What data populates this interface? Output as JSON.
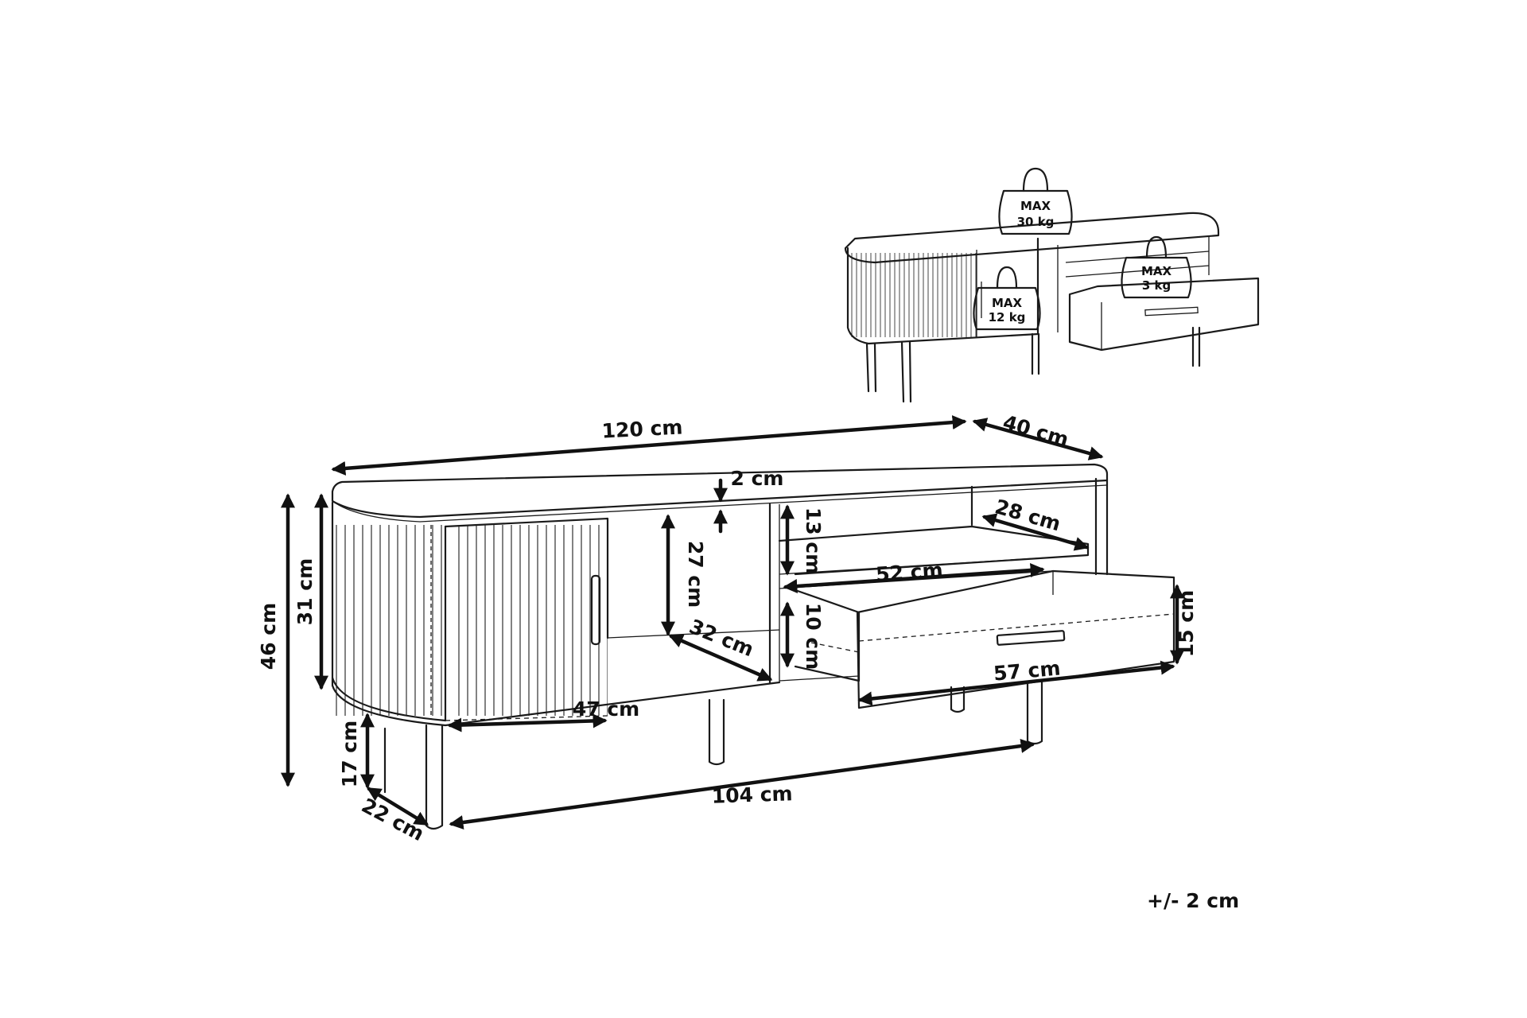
{
  "dimensions": {
    "width": "120 cm",
    "depth": "40 cm",
    "top_thickness": "2 cm",
    "total_height": "46 cm",
    "body_height": "31 cm",
    "compartment_height": "27 cm",
    "compartment_depth": "32 cm",
    "compartment_width": "47 cm",
    "shelf_height": "13 cm",
    "shelf_depth": "28 cm",
    "drawer_width": "52 cm",
    "drawer_inner_height": "10 cm",
    "drawer_height": "15 cm",
    "drawer_length": "57 cm",
    "leg_height": "17 cm",
    "leg_depth_span": "22 cm",
    "leg_span": "104 cm"
  },
  "load": {
    "top": {
      "line1": "MAX",
      "line2": "30 kg"
    },
    "shelf": {
      "line1": "MAX",
      "line2": "12 kg"
    },
    "drawer": {
      "line1": "MAX",
      "line2": "3 kg"
    }
  },
  "tolerance": "+/- 2 cm"
}
